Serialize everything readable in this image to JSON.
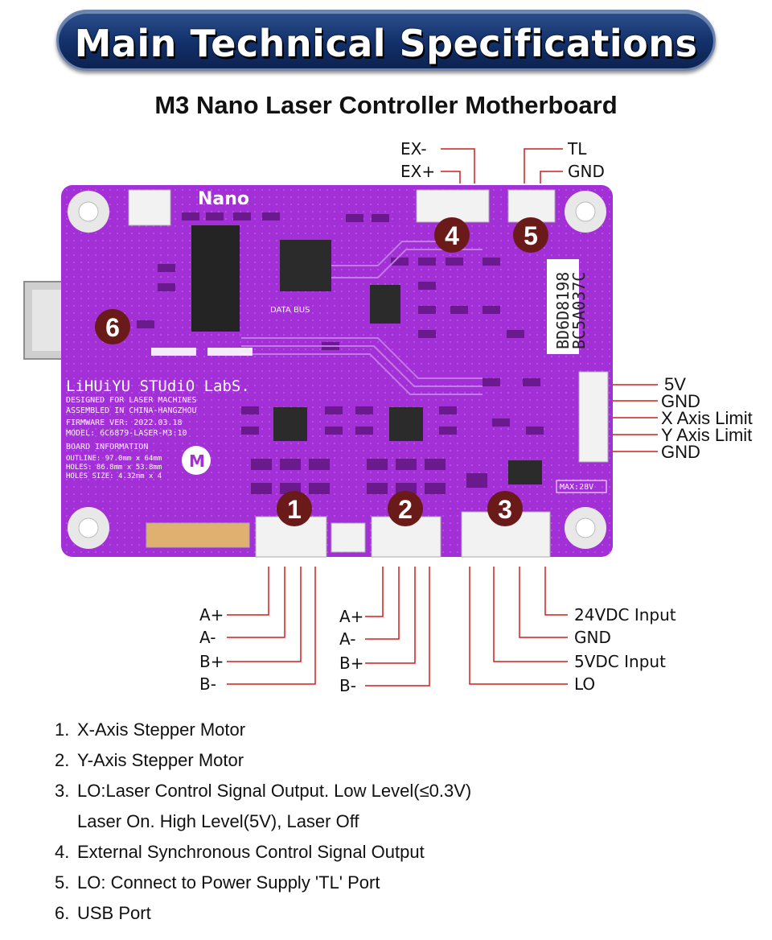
{
  "banner": {
    "title": "Main Technical Specifications"
  },
  "subtitle": "M3 Nano Laser Controller Motherboard",
  "board": {
    "logo": "Nano",
    "brand": "LiHUiYU STUdiO LabS.",
    "designed_for": "DESIGNED FOR LASER MACHINES",
    "assembled": "ASSEMBLED IN CHINA-HANGZHOU",
    "firmware": "FIRMWARE VER: 2022.03.18",
    "model": "MODEL: 6C6879-LASER-M3:10",
    "board_info": "BOARD INFORMATION",
    "outline": "OUTLINE: 97.0mm x 64mm",
    "holes": "HOLES: 86.8mm x 53.8mm",
    "holes_size": "HOLES SIZE: 4.32mm x 4",
    "serial_1": "BD6D8198",
    "serial_2": "BC5A037C",
    "max_voltage": "MAX:28V",
    "data_bus": "DATA BUS",
    "markers": [
      "1",
      "2",
      "3",
      "4",
      "5",
      "6"
    ]
  },
  "labels": {
    "ex_minus": "EX-",
    "ex_plus": "EX+",
    "tl": "TL",
    "gnd_top": "GND",
    "right": [
      "5V",
      "GND",
      "X Axis Limit",
      "Y Axis Limit",
      "GND"
    ],
    "motor_x": [
      "A+",
      "A-",
      "B+",
      "B-"
    ],
    "motor_y": [
      "A+",
      "A-",
      "B+",
      "B-"
    ],
    "power": [
      "24VDC Input",
      "GND",
      "5VDC Input",
      "LO"
    ]
  },
  "notes": [
    {
      "num": "1.",
      "text": "X-Axis Stepper Motor"
    },
    {
      "num": "2.",
      "text": "Y-Axis Stepper Motor"
    },
    {
      "num": "3.",
      "text": "LO:Laser Control Signal Output. Low Level(≤0.3V)"
    },
    {
      "num": "",
      "text": "Laser On. High Level(5V), Laser Off"
    },
    {
      "num": "4.",
      "text": "External Synchronous Control Signal Output"
    },
    {
      "num": "5.",
      "text": "LO: Connect to Power Supply 'TL' Port"
    },
    {
      "num": "6.",
      "text": "USB Port"
    }
  ],
  "colors": {
    "board": "#a32fd6",
    "wire": "#d21f1f",
    "marker": "#6b1a1a",
    "banner": "#12306a"
  }
}
